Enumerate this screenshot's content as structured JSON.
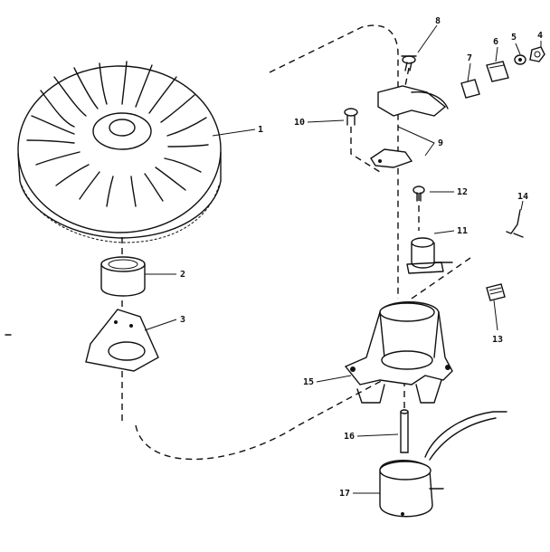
{
  "colors": {
    "ink": "#111111",
    "paper": "#ffffff"
  },
  "callouts": [
    "1",
    "2",
    "3",
    "4",
    "5",
    "6",
    "7",
    "8",
    "9",
    "10",
    "11",
    "12",
    "13",
    "14",
    "15",
    "16",
    "17"
  ]
}
